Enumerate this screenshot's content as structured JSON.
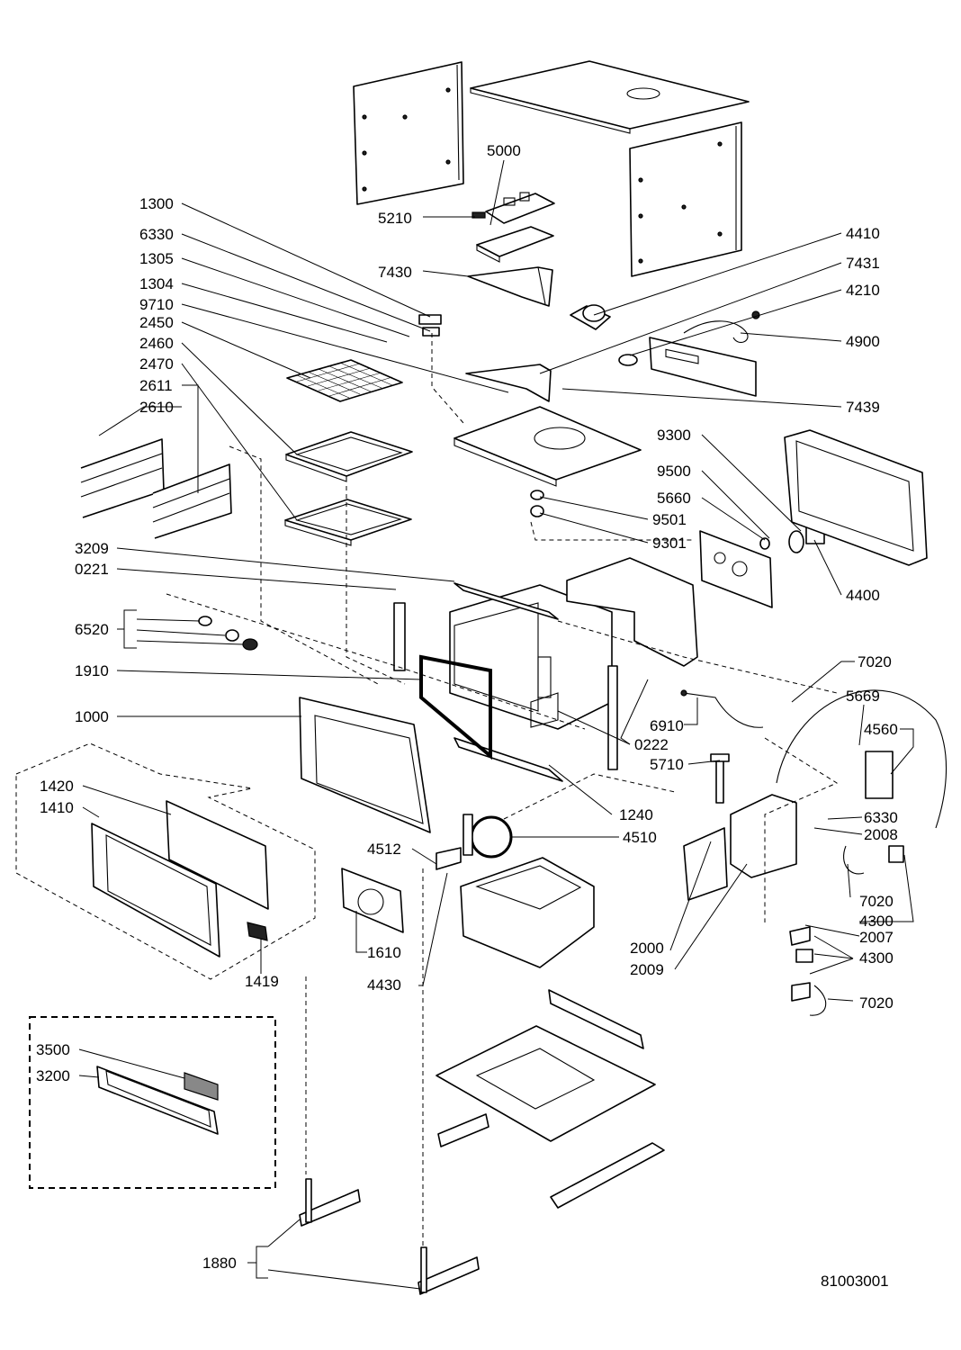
{
  "drawing_number": "81003001",
  "labels": {
    "p1300": "1300",
    "p6330a": "6330",
    "p1305": "1305",
    "p1304": "1304",
    "p9710": "9710",
    "p2450": "2450",
    "p2460": "2460",
    "p2470": "2470",
    "p2611": "2611",
    "p2610": "2610",
    "p5000": "5000",
    "p5210": "5210",
    "p7430": "7430",
    "p4410": "4410",
    "p7431": "7431",
    "p4210": "4210",
    "p4900": "4900",
    "p7439": "7439",
    "p9300": "9300",
    "p9500": "9500",
    "p5660": "5660",
    "p9501": "9501",
    "p9301": "9301",
    "p4400": "4400",
    "p3209": "3209",
    "p0221": "0221",
    "p6520": "6520",
    "p1910": "1910",
    "p1000": "1000",
    "p7020a": "7020",
    "p5669": "5669",
    "p4560": "4560",
    "p6910": "6910",
    "p0222": "0222",
    "p5710": "5710",
    "p1240": "1240",
    "p1420": "1420",
    "p1410": "1410",
    "p4512": "4512",
    "p4510": "4510",
    "p6330b": "6330",
    "p2008": "2008",
    "p7020b": "7020",
    "p4300a": "4300",
    "p2007": "2007",
    "p4300b": "4300",
    "p7020c": "7020",
    "p1610": "1610",
    "p1419": "1419",
    "p4430": "4430",
    "p2000": "2000",
    "p2009": "2009",
    "p3500": "3500",
    "p3200": "3200",
    "p1880": "1880"
  }
}
